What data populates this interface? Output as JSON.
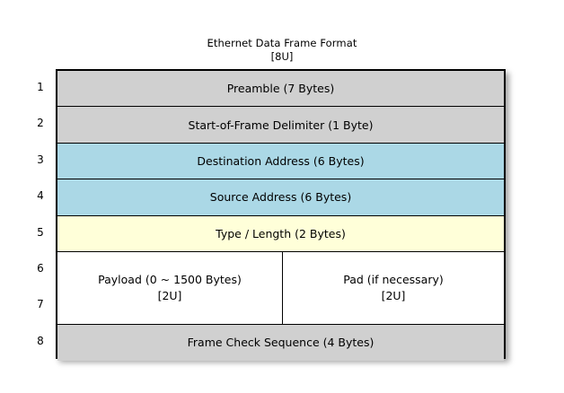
{
  "diagram": {
    "title": "Ethernet Data Frame Format",
    "title_note": "[8U]",
    "colors": {
      "gray": "#d0d0d0",
      "blue": "#abd8e6",
      "yellow": "#ffffd9",
      "white": "#ffffff",
      "border": "#000000",
      "background": "#ffffff"
    },
    "row_numbers": [
      "1",
      "2",
      "3",
      "4",
      "5",
      "6",
      "7",
      "8"
    ],
    "rows": [
      {
        "number": "1",
        "label": "Preamble (7 Bytes)",
        "fill": "gray"
      },
      {
        "number": "2",
        "label": "Start-of-Frame Delimiter (1 Byte)",
        "fill": "gray"
      },
      {
        "number": "3",
        "label": "Destination Address (6 Bytes)",
        "fill": "blue"
      },
      {
        "number": "4",
        "label": "Source Address (6 Bytes)",
        "fill": "blue"
      },
      {
        "number": "5",
        "label": "Type / Length (2 Bytes)",
        "fill": "yellow"
      },
      {
        "number": "6-7",
        "fill": "white",
        "split": [
          {
            "label": "Payload (0 ~ 1500 Bytes)",
            "note": "[2U]"
          },
          {
            "label": "Pad (if necessary)",
            "note": "[2U]"
          }
        ]
      },
      {
        "number": "8",
        "label": "Frame Check Sequence (4 Bytes)",
        "fill": "gray"
      }
    ]
  }
}
